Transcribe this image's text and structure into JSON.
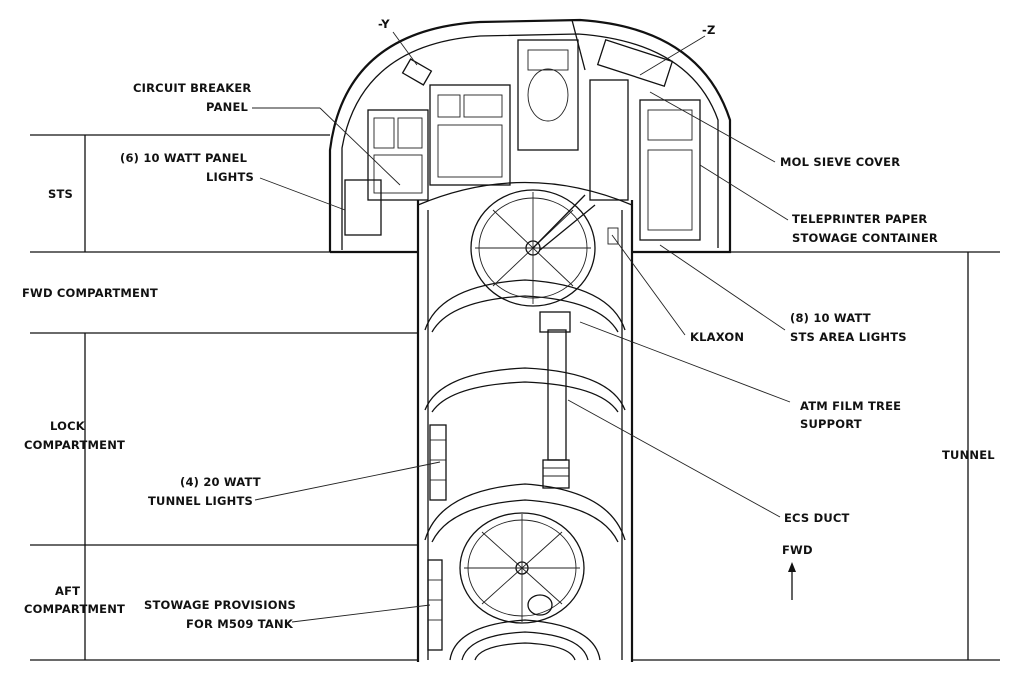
{
  "labels": {
    "minus_y": "-Y",
    "minus_z": "-Z",
    "circuit_breaker_1": "CIRCUIT BREAKER",
    "circuit_breaker_2": "PANEL",
    "panel_lights_1": "(6) 10 WATT PANEL",
    "panel_lights_2": "LIGHTS",
    "mol_sieve": "MOL  SIEVE COVER",
    "teleprinter_1": "TELEPRINTER PAPER",
    "teleprinter_2": "STOWAGE CONTAINER",
    "sts_lights_1": "(8) 10 WATT",
    "sts_lights_2": "STS AREA LIGHTS",
    "klaxon": "KLAXON",
    "atm_1": "ATM FILM TREE",
    "atm_2": "SUPPORT",
    "ecs_duct": "ECS DUCT",
    "tunnel_lights_1": "(4) 20 WATT",
    "tunnel_lights_2": "TUNNEL LIGHTS",
    "storage_1": "STOWAGE PROVISIONS",
    "storage_2": "FOR M509 TANK",
    "sts": "STS",
    "fwd_compartment": "FWD COMPARTMENT",
    "lock_1": "LOCK",
    "lock_2": "COMPARTMENT",
    "aft_1": "AFT",
    "aft_2": "COMPARTMENT",
    "tunnel": "TUNNEL",
    "fwd": "FWD"
  }
}
